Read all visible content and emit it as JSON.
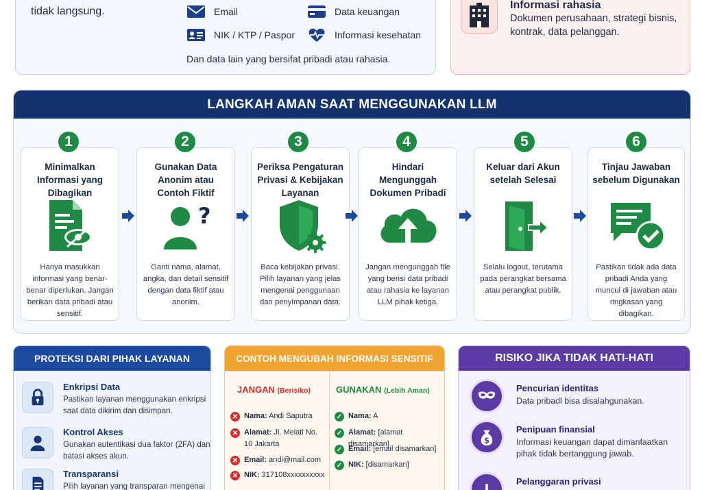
{
  "top_left": {
    "intro": "tidak langsung.",
    "items": [
      "Email",
      "Data keuangan",
      "NIK / KTP / Paspor",
      "Informasi kesehatan"
    ],
    "note": "Dan data lain yang bersifat pribadi atau rahasia."
  },
  "top_right": {
    "title": "Informasi rahasia",
    "desc": "Dokumen perusahaan, strategi bisnis, kontrak, data pelanggan."
  },
  "steps": {
    "header": "LANGKAH AMAN SAAT MENGGUNAKAN LLM",
    "items": [
      {
        "num": "1",
        "title": "Minimalkan Informasi yang Dibagikan",
        "icon": "document-eye-icon",
        "desc": "Hanya masukkan informasi yang benar-benar diperlukan. Jangan berikan data pribadi atau sensitif."
      },
      {
        "num": "2",
        "title": "Gunakan Data Anonim atau Contoh Fiktif",
        "icon": "person-question-icon",
        "desc": "Ganti nama, alamat, angka, dan detail sensitif dengan data fiktif atau anonim."
      },
      {
        "num": "3",
        "title": "Periksa Pengaturan Privasi & Kebijakan Layanan",
        "icon": "shield-gear-icon",
        "desc": "Baca kebijakan privasi. Pilih layanan yang jelas mengenai penggunaan dan penyimpanan data."
      },
      {
        "num": "4",
        "title": "Hindari Mengunggah Dokumen Pribadi",
        "icon": "cloud-upload-icon",
        "desc": "Jangan mengunggah file yang berisi data pribadi atau rahasia ke layanan LLM pihak ketiga."
      },
      {
        "num": "5",
        "title": "Keluar dari Akun setelah Selesai",
        "icon": "logout-door-icon",
        "desc": "Selalu logout, terutama pada perangkat bersama atau perangkat publik."
      },
      {
        "num": "6",
        "title": "Tinjau Jawaban sebelum Digunakan",
        "icon": "chat-check-icon",
        "desc": "Pastikan tidak ada data pribadi Anda yang muncul di jawaban atau ringkasan yang dibagikan."
      }
    ]
  },
  "protection": {
    "header": "PROTEKSI DARI PIHAK LAYANAN",
    "items": [
      {
        "title": "Enkripsi Data",
        "desc": "Pastikan layanan menggunakan enkripsi saat data dikirim dan disimpan.",
        "icon": "lock-icon"
      },
      {
        "title": "Kontrol Akses",
        "desc": "Gunakan autentikasi dua faktor (2FA) dan batasi akses akun.",
        "icon": "user-icon"
      },
      {
        "title": "Transparansi",
        "desc": "Pilih layanan yang transparan mengenai",
        "icon": "document-icon"
      }
    ]
  },
  "examples": {
    "header": "CONTOH MENGUBAH INFORMASI SENSITIF",
    "bad_head": "JANGAN",
    "bad_sub": "(Berisiko)",
    "good_head": "GUNAKAN",
    "good_sub": "(Lebih Aman)",
    "bad": [
      {
        "label": "Nama:",
        "value": "Andi Saputra"
      },
      {
        "label": "Alamat:",
        "value": "Jl. Melati No. 10 Jakarta"
      },
      {
        "label": "Email:",
        "value": "andi@mail.com"
      },
      {
        "label": "NIK:",
        "value": "317108xxxxxxxxxx"
      }
    ],
    "good": [
      {
        "label": "Nama:",
        "value": "A"
      },
      {
        "label": "Alamat:",
        "value": "[alamat disamarkan]"
      },
      {
        "label": "Email:",
        "value": "[email disamarkan]"
      },
      {
        "label": "NIK:",
        "value": "[disamarkan]"
      }
    ]
  },
  "risks": {
    "header": "RISIKO JIKA TIDAK HATI-HATI",
    "items": [
      {
        "title": "Pencurian identitas",
        "desc": "Data pribadl bisa disalahgunakan.",
        "icon": "mask-icon"
      },
      {
        "title": "Penipuan finansial",
        "desc": "Informasi keuangan dapat dimanfaatkan pihak tidak bertanggung jawab.",
        "icon": "money-bag-icon"
      },
      {
        "title": "Pelanggaran privasi",
        "desc": "",
        "icon": "warning-icon"
      }
    ]
  },
  "colors": {
    "navy": "#13336f",
    "green": "#1f8a44",
    "blue": "#1c4aa0",
    "orange": "#f0a330",
    "purple": "#5a3aa3",
    "red": "#d0302c"
  }
}
